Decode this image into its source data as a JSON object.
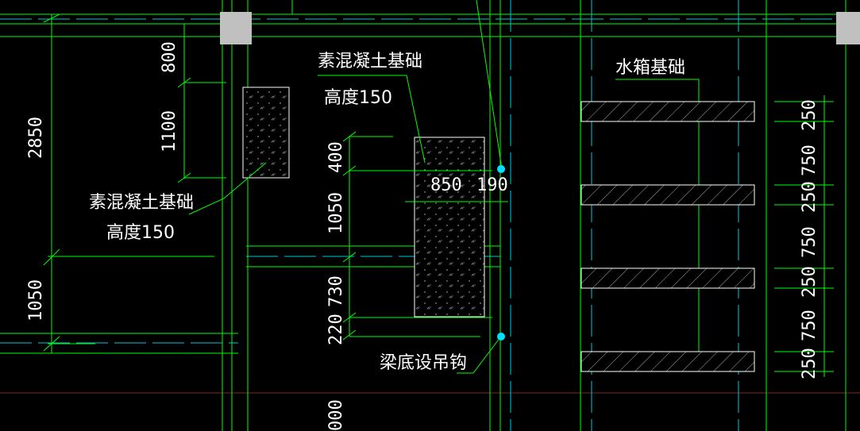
{
  "colors": {
    "background": "#000000",
    "line_green": "#00ff00",
    "line_cyan": "#00c8d8",
    "text": "#ffffff",
    "column_fill": "#c0c0c0",
    "red_line": "#7a2a2a",
    "hook_dot": "#00e0ff"
  },
  "labels": {
    "plain_concrete_right": "素混凝土基础",
    "height_right": "高度150",
    "plain_concrete_left": "素混凝土基础",
    "height_left": "高度150",
    "water_tank_foundation": "水箱基础",
    "beam_bottom_hook": "梁底设吊钩"
  },
  "dimensions": {
    "left_total": "2850",
    "left_lower": "1050",
    "mid_top": "800",
    "mid_middle": "1100",
    "center_400": "400",
    "center_1050": "1050",
    "center_730": "730",
    "center_220": "220",
    "center_bottom": "000",
    "width_850": "850",
    "width_190": "190",
    "right_1": "250",
    "right_2": "750",
    "right_3": "250",
    "right_4": "750",
    "right_5": "250",
    "right_6": "750",
    "right_7": "250"
  }
}
